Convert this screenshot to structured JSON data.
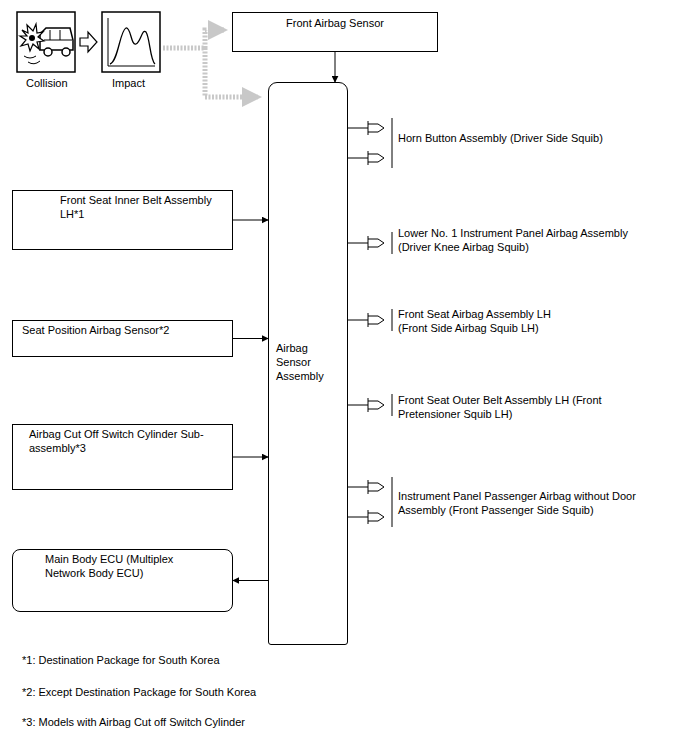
{
  "diagram": {
    "nodes": [
      {
        "text": [
          "Front Airbag Sensor"
        ]
      },
      {
        "text": [
          "Airbag Sensor Assembly"
        ]
      },
      {
        "text": [
          "Front Seat Inner Belt Assembly LH*1"
        ]
      },
      {
        "text": [
          "Seat Position Airbag Sensor*2"
        ]
      },
      {
        "text": [
          "Airbag Cut Off Switch Cylinder Sub-assembly*3"
        ]
      },
      {
        "text": [
          "Main Body ECU (Multiplex Network Body ECU)"
        ]
      }
    ],
    "edges": [
      {
        "from": 0,
        "to": 1,
        "arrow": "to"
      },
      {
        "from": 2,
        "to": 1,
        "arrow": "to"
      },
      {
        "from": 3,
        "to": 1,
        "arrow": "to"
      },
      {
        "from": 4,
        "to": 1,
        "arrow": "to"
      },
      {
        "from": 1,
        "to": 5,
        "arrow": "to"
      }
    ],
    "labels": [
      "Collision",
      "Impact",
      "Horn Button Assembly (Driver Side Squib)",
      "Lower No. 1 Instrument Panel Airbag Assembly (Driver Knee Airbag Squib)",
      "Front Seat Airbag Assembly LH (Front Side Airbag Squib LH)",
      "Front Seat Outer Belt Assembly LH (Front Pretensioner Squib LH)",
      "Instrument Panel Passenger Airbag without Door Assembly (Front Passenger Side Squib)",
      "*1: Destination Package for South Korea",
      "*2: Except Destination Package for South Korea",
      "*3: Models with Airbag Cut off Switch Cylinder"
    ]
  }
}
